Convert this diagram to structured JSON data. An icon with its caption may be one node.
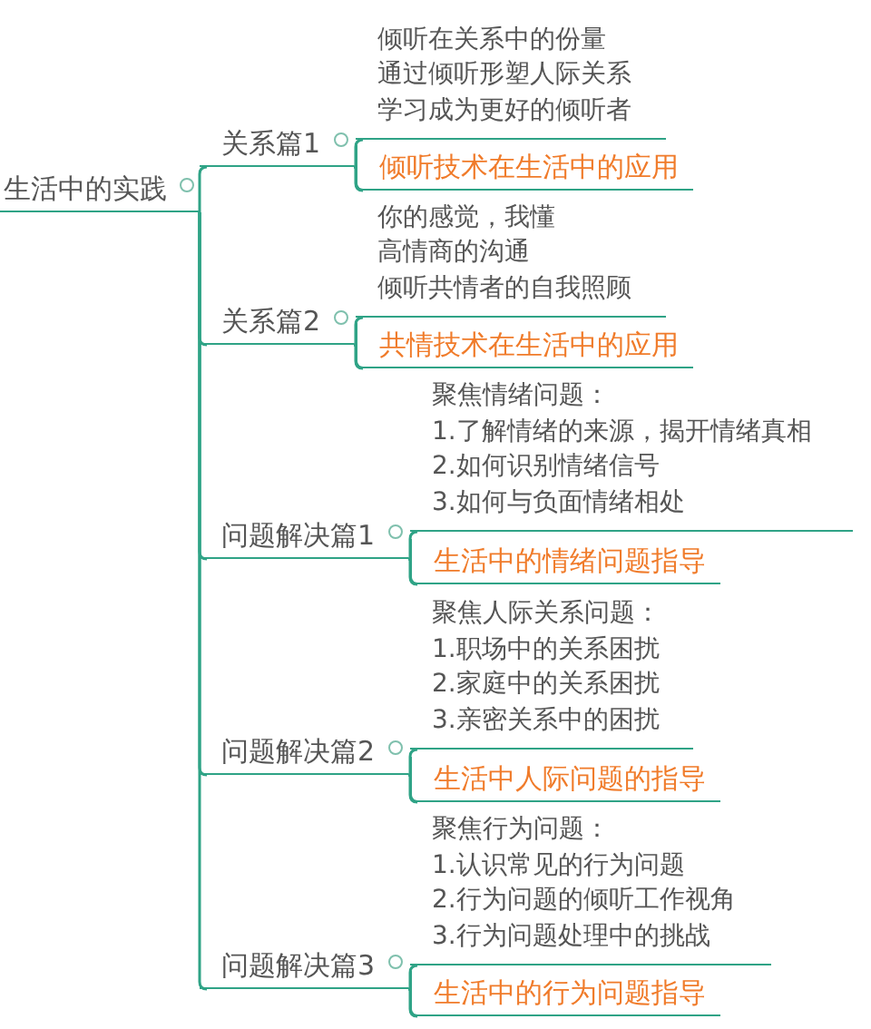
{
  "diagram": {
    "nodes": [
      {
        "text": [
          "生活中的实践"
        ]
      },
      {
        "text": [
          "关系篇1"
        ]
      },
      {
        "text": [
          "倾听在关系中的份量",
          "通过倾听形塑人际关系",
          "学习成为更好的倾听者"
        ]
      },
      {
        "text": [
          "倾听技术在生活中的应用"
        ]
      },
      {
        "text": [
          "关系篇2"
        ]
      },
      {
        "text": [
          "你的感觉，我懂",
          "高情商的沟通",
          "倾听共情者的自我照顾"
        ]
      },
      {
        "text": [
          "共情技术在生活中的应用"
        ]
      },
      {
        "text": [
          "问题解决篇1"
        ]
      },
      {
        "text": [
          "聚焦情绪问题：",
          "1.了解情绪的来源，揭开情绪真相",
          "2.如何识别情绪信号",
          "3.如何与负面情绪相处"
        ]
      },
      {
        "text": [
          "生活中的情绪问题指导"
        ]
      },
      {
        "text": [
          "问题解决篇2"
        ]
      },
      {
        "text": [
          "聚焦人际关系问题：",
          "1.职场中的关系困扰",
          "2.家庭中的关系困扰",
          "3.亲密关系中的困扰"
        ]
      },
      {
        "text": [
          "生活中人际问题的指导"
        ]
      },
      {
        "text": [
          "问题解决篇3"
        ]
      },
      {
        "text": [
          "聚焦行为问题：",
          "1.认识常见的行为问题",
          "2.行为问题的倾听工作视角",
          "3.行为问题处理中的挑战"
        ]
      },
      {
        "text": [
          "生活中的行为问题指导"
        ]
      }
    ],
    "edges": [
      {
        "from": 0,
        "to": 1,
        "arrow": "none"
      },
      {
        "from": 0,
        "to": 4,
        "arrow": "none"
      },
      {
        "from": 0,
        "to": 7,
        "arrow": "none"
      },
      {
        "from": 0,
        "to": 10,
        "arrow": "none"
      },
      {
        "from": 0,
        "to": 13,
        "arrow": "none"
      },
      {
        "from": 1,
        "to": 2,
        "arrow": "none"
      },
      {
        "from": 1,
        "to": 3,
        "arrow": "none"
      },
      {
        "from": 4,
        "to": 5,
        "arrow": "none"
      },
      {
        "from": 4,
        "to": 6,
        "arrow": "none"
      },
      {
        "from": 7,
        "to": 8,
        "arrow": "none"
      },
      {
        "from": 7,
        "to": 9,
        "arrow": "none"
      },
      {
        "from": 10,
        "to": 11,
        "arrow": "none"
      },
      {
        "from": 10,
        "to": 12,
        "arrow": "none"
      },
      {
        "from": 13,
        "to": 14,
        "arrow": "none"
      },
      {
        "from": 13,
        "to": 15,
        "arrow": "none"
      }
    ]
  }
}
